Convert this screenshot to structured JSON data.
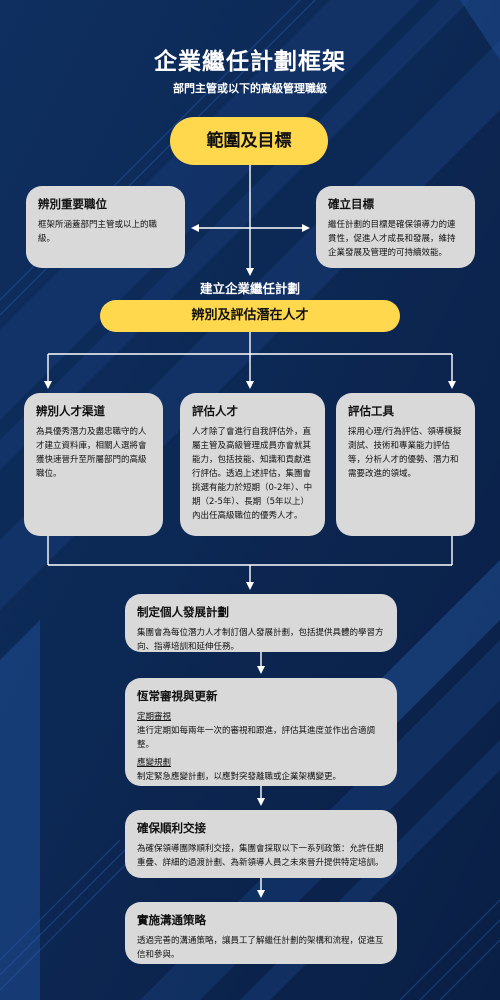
{
  "header": {
    "title": "企業繼任計劃框架",
    "subtitle": "部門主管或以下的高級管理職級"
  },
  "scope": {
    "label": "範圍及目標",
    "left_card": {
      "title": "辨別重要職位",
      "text": "框架所涵蓋部門主管或以上的職級。"
    },
    "right_card": {
      "title": "確立目標",
      "text": "繼任計劃的目標是確保領導力的連貫性，促進人才成長和發展，維持企業發展及管理的可持續效能。"
    }
  },
  "build": {
    "label": "建立企業繼任計劃",
    "pill": "辨別及評估潛在人才",
    "columns": [
      {
        "title": "辨別人才渠道",
        "text": "為具優秀潛力及盡忠職守的人才建立資料庫，相關人選將會獲快速晉升至所屬部門的高級職位。"
      },
      {
        "title": "評估人才",
        "text": "人才除了會進行自我評估外，直屬主管及高級管理成員亦會就其能力，包括技能、知識和貢獻進行評估。透過上述評估，集團會挑選有能力於短期（0-2年）、中期（2-5年）、長期（5年以上）內出任高級職位的優秀人才。"
      },
      {
        "title": "評估工具",
        "text": "採用心理/行為評估、領導模擬測試、技術和專業能力評估等，分析人才的優勢、潛力和需要改進的領域。"
      }
    ]
  },
  "steps": {
    "plan": {
      "title": "制定個人發展計劃",
      "text": "集團會為每位潛力人才制訂個人發展計劃，包括提供具體的學習方向、指導培訓和延伸任務。"
    },
    "review": {
      "title": "恆常審視與更新",
      "sub1": "定期審視",
      "text1": "進行定期如每兩年一次的審視和跟進，評估其進度並作出合適調整。",
      "sub2": "應變規劃",
      "text2": "制定緊急應變計劃，以應對突發離職或企業架構變更。"
    },
    "handover": {
      "title": "確保順利交接",
      "text": "為確保領導團隊順利交接，集團會採取以下一系列政策：允許任期重疊、詳細的過渡計劃、為新領導人員之未來晉升提供特定培訓。"
    },
    "comm": {
      "title": "實施溝通策略",
      "text": "透過完善的溝通策略，讓員工了解繼任計劃的架構和流程，促進互信和參與。"
    }
  },
  "colors": {
    "background": "#0d2a55",
    "accent": "#ffd84d",
    "card": "#d9d9d9",
    "connector": "#ffffff"
  }
}
